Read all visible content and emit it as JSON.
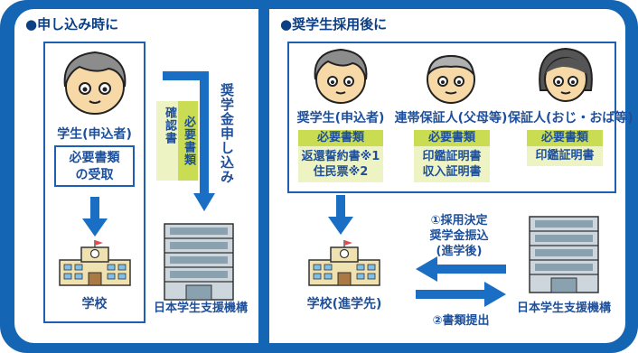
{
  "left_panel": {
    "title": "●申し込み時に",
    "student_label": "学生(申込者)",
    "docs_receive": [
      "必要書類",
      "の受取"
    ],
    "school_label": "学校",
    "confirm_header": "必要書類",
    "confirm_text": "確認書",
    "apply_text": "奨学金申し込み",
    "jasso_label": "日本学生支援機構"
  },
  "right_panel": {
    "title": "●奨学生採用後に",
    "persons": [
      {
        "label": "奨学生(申込者)",
        "header": "必要書類",
        "docs": [
          "返還誓約書※1",
          "住民票※2"
        ]
      },
      {
        "label": "連帯保証人(父母等)",
        "header": "必要書類",
        "docs": [
          "印鑑証明書",
          "収入証明書"
        ]
      },
      {
        "label": "保証人(おじ・おば等)",
        "header": "必要書類",
        "docs": [
          "印鑑証明書"
        ]
      }
    ],
    "step1": [
      "①採用決定",
      "奨学金振込",
      "(進学後)"
    ],
    "step2": "②書類提出",
    "school_label": "学校(進学先)",
    "jasso_label": "日本学生支援機構"
  },
  "colors": {
    "frame": "#1565b5",
    "accent_green": "#c9dc52",
    "light_green": "#eef3c4",
    "arrow": "#1a6fc4"
  }
}
